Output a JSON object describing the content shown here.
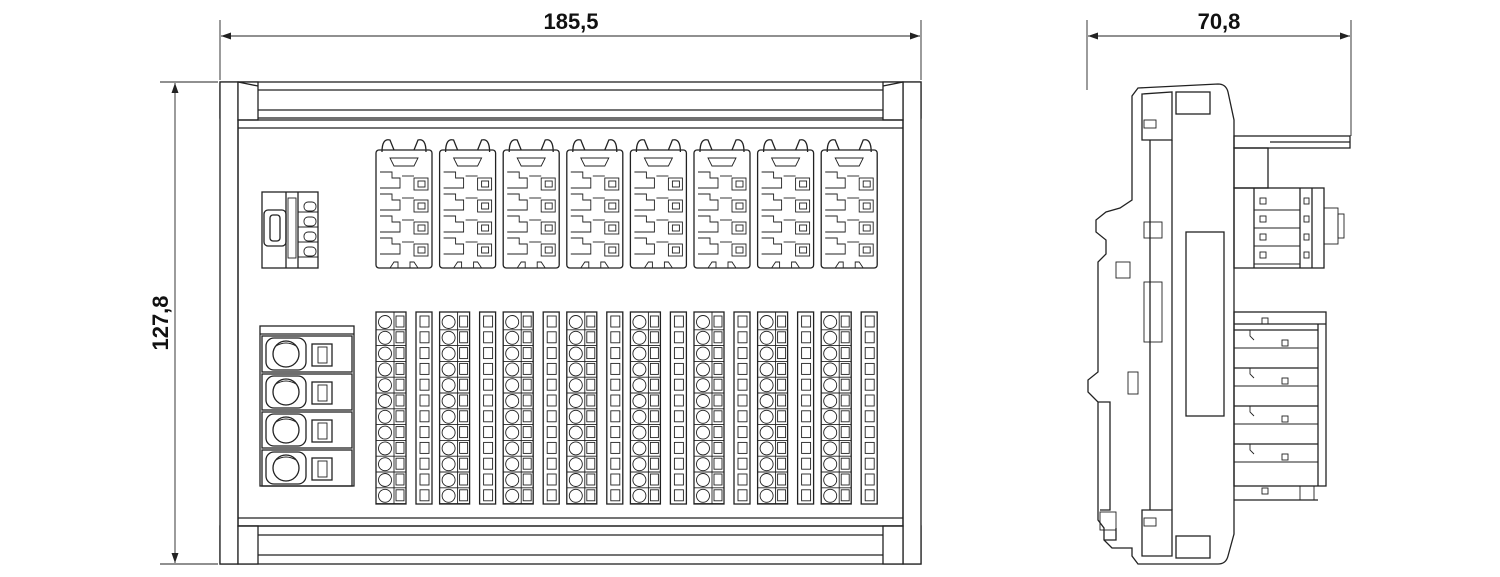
{
  "dimensions": {
    "width_front": "185,5",
    "height_front": "127,8",
    "depth_side": "70,8"
  },
  "colors": {
    "line": "#222222",
    "background": "#ffffff"
  },
  "counts": {
    "top_connector_modules": 8,
    "bottom_terminal_columns": 8,
    "power_terminals": 4
  }
}
